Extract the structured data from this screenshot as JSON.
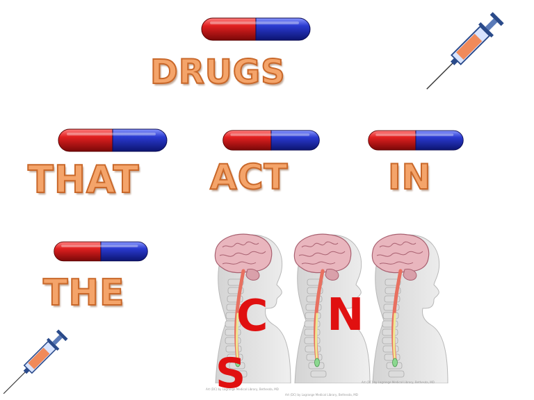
{
  "words": {
    "drugs": "DRUGS",
    "that": "THAT",
    "act": "ACT",
    "in": "IN",
    "the": "THE"
  },
  "cns": {
    "c": "C",
    "n": "N",
    "s": "S"
  },
  "captions": {
    "one": "Art (DC) by Lagrange Medical Library, Bethesda, MD",
    "two": "Art (DC) by Lagrange Medical Library, Bethesda, MD",
    "three": "Art (DC) by Lagrange Medical Library, Bethesda, MD"
  },
  "colors": {
    "capsule_red": "#d81c1c",
    "capsule_blue": "#2a3cc8",
    "word_fill": "#f4a46a",
    "cns_letters": "#e01010"
  }
}
